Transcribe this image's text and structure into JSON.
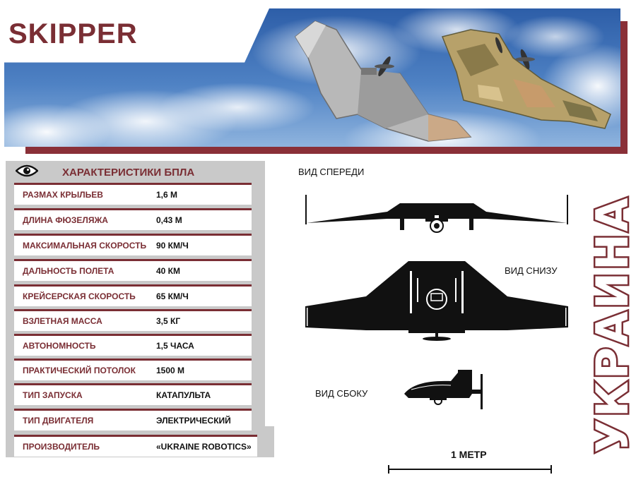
{
  "title": "SKIPPER",
  "colors": {
    "accent": "#7a2e34",
    "panel": "#c9c9c9",
    "sky": "#4f82c4"
  },
  "specs": {
    "title": "ХАРАКТЕРИСТИКИ БПЛА",
    "icon": "eye-icon",
    "rows": [
      {
        "label": "РАЗМАХ КРЫЛЬЕВ",
        "value": "1,6 М"
      },
      {
        "label": "ДЛИНА ФЮЗЕЛЯЖА",
        "value": "0,43 М"
      },
      {
        "label": "МАКСИМАЛЬНАЯ СКОРОСТЬ",
        "value": "90 КМ/Ч"
      },
      {
        "label": "ДАЛЬНОСТЬ ПОЛЕТА",
        "value": "40 КМ"
      },
      {
        "label": "КРЕЙСЕРСКАЯ СКОРОСТЬ",
        "value": "65 КМ/Ч"
      },
      {
        "label": "ВЗЛЕТНАЯ МАССА",
        "value": "3,5 КГ"
      },
      {
        "label": "АВТОНОМНОСТЬ",
        "value": "1,5 ЧАСА"
      },
      {
        "label": "ПРАКТИЧЕСКИЙ ПОТОЛОК",
        "value": "1500 М"
      },
      {
        "label": "ТИП ЗАПУСКА",
        "value": "КАТАПУЛЬТА"
      },
      {
        "label": "ТИП ДВИГАТЕЛЯ",
        "value": "ЭЛЕКТРИЧЕСКИЙ"
      },
      {
        "label": "ПРОИЗВОДИТЕЛЬ",
        "value": "«UKRAINE ROBOTICS»"
      }
    ]
  },
  "views": {
    "front": "ВИД СПЕРЕДИ",
    "bottom": "ВИД СНИЗУ",
    "side": "ВИД СБОКУ"
  },
  "scale": {
    "label": "1 МЕТР"
  },
  "country": "УКРАИНА"
}
